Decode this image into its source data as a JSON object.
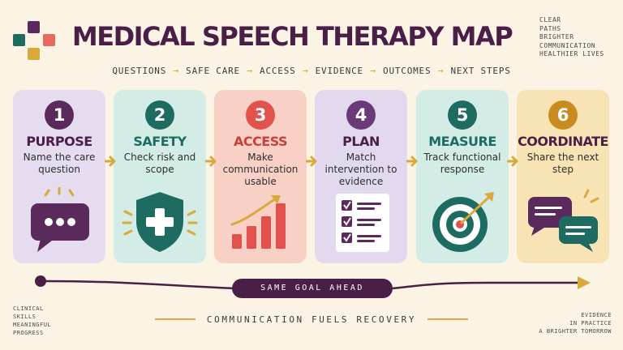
{
  "header": {
    "title": "MEDICAL SPEECH THERAPY MAP",
    "tagline": [
      "CLEAR",
      "PATHS",
      "BRIGHTER",
      "COMMUNICATION",
      "HEALTHIER LIVES"
    ]
  },
  "flow": [
    "QUESTIONS",
    "SAFE CARE",
    "ACCESS",
    "EVIDENCE",
    "OUTCOMES",
    "NEXT STEPS"
  ],
  "steps": [
    {
      "number": "1",
      "label": "PURPOSE",
      "description": "Name the care question",
      "illustration": "speech-bubble-icon"
    },
    {
      "number": "2",
      "label": "SAFETY",
      "description": "Check risk and scope",
      "illustration": "shield-cross-icon"
    },
    {
      "number": "3",
      "label": "ACCESS",
      "description": "Make communication usable",
      "illustration": "bar-chart-rising-icon"
    },
    {
      "number": "4",
      "label": "PLAN",
      "description": "Match intervention to evidence",
      "illustration": "checklist-icon"
    },
    {
      "number": "5",
      "label": "MEASURE",
      "description": "Track functional response",
      "illustration": "target-arrow-icon"
    },
    {
      "number": "6",
      "label": "COORDINATE",
      "description": "Share the next step",
      "illustration": "chat-bubbles-icon"
    }
  ],
  "timeline": {
    "label": "SAME GOAL AHEAD"
  },
  "footer": {
    "text": "COMMUNICATION FUELS RECOVERY"
  },
  "corner_bottom_left": [
    "CLINICAL",
    "SKILLS",
    "MEANINGFUL",
    "PROGRESS"
  ],
  "corner_bottom_right": [
    "EVIDENCE",
    "IN PRACTICE",
    "A BRIGHTER TOMORROW"
  ],
  "colors": {
    "background": "#fbf4e4",
    "title": "#4a1f47",
    "accent": "#d9a93a",
    "purple_card": "#e6dcef",
    "purple_dark": "#5b2a5c",
    "teal_card": "#d3ede6",
    "teal_dark": "#1e6b62",
    "coral_card": "#f9d0c6",
    "coral_dark": "#e0524b",
    "lavender_card": "#e2d9ef",
    "lavender_dark": "#6a3a78",
    "mint_card": "#d3ede6",
    "amber_card": "#f7e3b4",
    "amber_dark": "#c98a1f"
  }
}
